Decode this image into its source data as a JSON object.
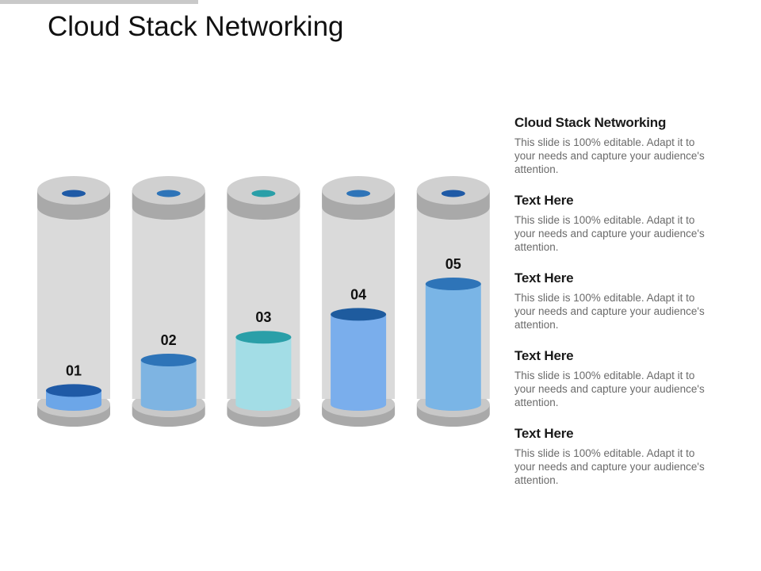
{
  "title": "Cloud Stack Networking",
  "cylinders": [
    {
      "label": "01",
      "level": 0.05,
      "fill_color": "#6CA6E8",
      "top_color": "#1F5AA6",
      "cap_dot_color": "#1F5AA6"
    },
    {
      "label": "02",
      "level": 0.25,
      "fill_color": "#7EB4E2",
      "top_color": "#2E74B8",
      "cap_dot_color": "#2E74B8"
    },
    {
      "label": "03",
      "level": 0.4,
      "fill_color": "#A3DDE6",
      "top_color": "#2A9FA8",
      "cap_dot_color": "#2A9FA8"
    },
    {
      "label": "04",
      "level": 0.55,
      "fill_color": "#7AAEEC",
      "top_color": "#1E5B9E",
      "cap_dot_color": "#2E74B8"
    },
    {
      "label": "05",
      "level": 0.75,
      "fill_color": "#7AB5E6",
      "top_color": "#2E74B8",
      "cap_dot_color": "#1F5AA6"
    }
  ],
  "side_panel": [
    {
      "heading": "Cloud Stack Networking",
      "body": "This slide is 100% editable. Adapt it to your needs and capture your audience's attention."
    },
    {
      "heading": "Text Here",
      "body": "This slide is 100% editable. Adapt it to your needs and capture your audience's attention."
    },
    {
      "heading": "Text Here",
      "body": "This slide is 100% editable. Adapt it to your needs and capture your audience's attention."
    },
    {
      "heading": "Text Here",
      "body": "This slide is 100% editable. Adapt it to your needs and capture your audience's attention."
    },
    {
      "heading": "Text Here",
      "body": "This slide is 100% editable. Adapt it to your needs and capture your audience's attention."
    }
  ]
}
